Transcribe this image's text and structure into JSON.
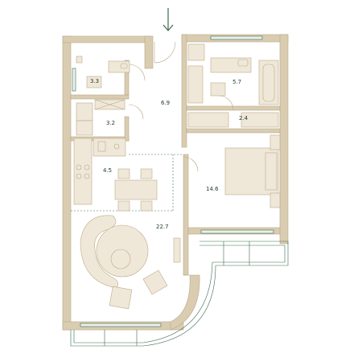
{
  "colors": {
    "wall": "#d9ccb1",
    "wall_line": "#b8a886",
    "furniture": "#efe8d8",
    "furniture_line": "#bda98a",
    "accent": "#3d6b4f",
    "text": "#1f3a2c",
    "window": "#e9f0ec"
  },
  "icons": {
    "entrance": "down-arrow-icon"
  },
  "rooms": [
    {
      "id": "wc",
      "label": "3.3"
    },
    {
      "id": "hall",
      "label": "6.9"
    },
    {
      "id": "storage",
      "label": "3.2"
    },
    {
      "id": "bathroom",
      "label": "5.7"
    },
    {
      "id": "closet",
      "label": "2.4"
    },
    {
      "id": "kitchen",
      "label": "4.5"
    },
    {
      "id": "bedroom",
      "label": "14.6"
    },
    {
      "id": "living",
      "label": "22.7"
    }
  ]
}
